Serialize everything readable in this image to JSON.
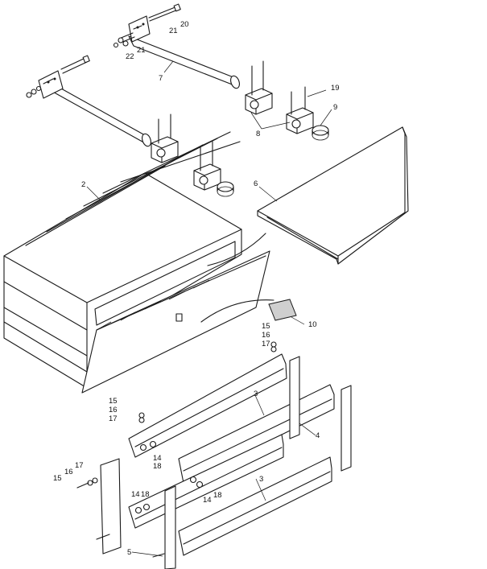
{
  "labels": {
    "l1": "2",
    "l2": "3",
    "l3": "3",
    "l4": "4",
    "l5": "5",
    "l6": "6",
    "l7": "7",
    "l8": "8",
    "l9": "9",
    "l10": "10",
    "l11": "14",
    "l12": "14",
    "l13": "14",
    "l14": "15",
    "l15": "15",
    "l16": "15",
    "l17": "16",
    "l18": "16",
    "l19": "16",
    "l20": "17",
    "l21": "17",
    "l22": "17",
    "l23": "18",
    "l24": "18",
    "l25": "18",
    "l26": "19",
    "l27": "20",
    "l28": "21",
    "l29": "21",
    "l30": "22"
  },
  "colors": {
    "line": "#1a1a1a",
    "background": "#ffffff",
    "label_plate": "#cfcfcf"
  }
}
